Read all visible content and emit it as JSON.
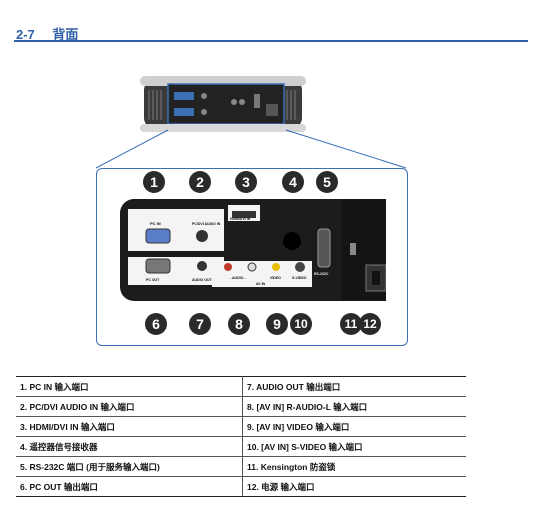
{
  "section": {
    "number": "2-7",
    "title": "背面"
  },
  "panel_labels": {
    "pc_in": "PC IN",
    "pc_dvi_audio_in": "PC/DVI AUDIO IN",
    "hdmi_dvi_in": "HDMI/DVI IN",
    "rs232c": "RS-232C",
    "pc_out": "PC OUT",
    "audio_out": "AUDIO OUT",
    "audio_r": "R",
    "audio": "- AUDIO -",
    "audio_l": "L",
    "video": "VIDEO",
    "s_video": "S-VIDEO",
    "av_in": "AV IN"
  },
  "markers": [
    "1",
    "2",
    "3",
    "4",
    "5",
    "6",
    "7",
    "8",
    "9",
    "10",
    "11",
    "12"
  ],
  "table": {
    "left": [
      "1. PC IN 输入端口",
      "2. PC/DVI AUDIO IN 输入端口",
      "3. HDMI/DVI IN 输入端口",
      "4. 遥控器信号接收器",
      "5. RS-232C 端口 (用于服务输入端口)",
      "6. PC OUT 输出端口"
    ],
    "right": [
      "7. AUDIO OUT 输出端口",
      "8. [AV IN] R-AUDIO-L 输入端口",
      "9. [AV IN] VIDEO 输入端口",
      "10. [AV IN] S-VIDEO 输入端口",
      "11. Kensington 防盗锁",
      "12. 电源 输入端口"
    ]
  }
}
